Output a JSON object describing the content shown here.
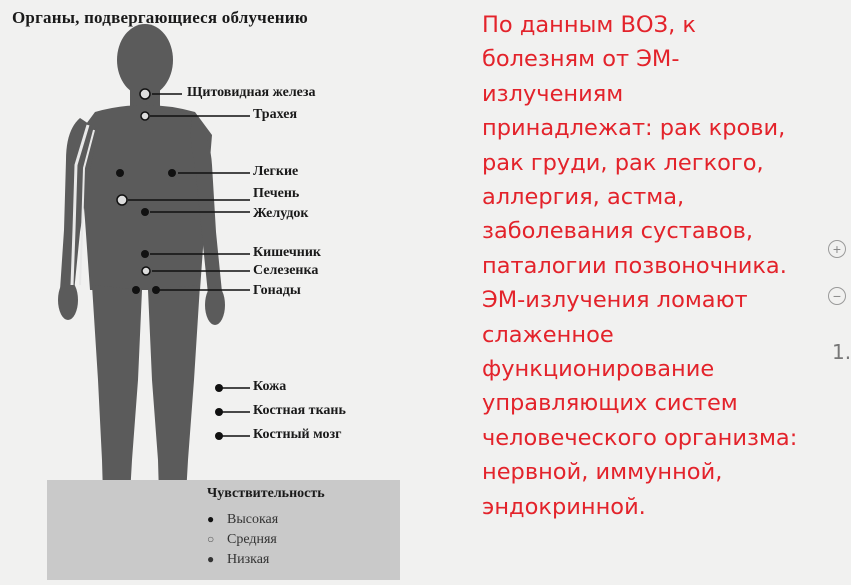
{
  "figure": {
    "title": "Органы, подвергающиеся облучению",
    "organs": [
      {
        "label": "Щитовидная железа"
      },
      {
        "label": "Трахея"
      },
      {
        "label": "Легкие"
      },
      {
        "label": "Печень"
      },
      {
        "label": "Желудок"
      },
      {
        "label": "Кишечник"
      },
      {
        "label": "Селезенка"
      },
      {
        "label": "Гонады"
      }
    ],
    "tissues": [
      {
        "label": "Кожа"
      },
      {
        "label": "Костная ткань"
      },
      {
        "label": "Костный мозг"
      }
    ],
    "legend": {
      "title": "Чувствительность",
      "items": [
        {
          "symbol": "●",
          "label": "Высокая"
        },
        {
          "symbol": "○",
          "label": "Средняя"
        },
        {
          "symbol": "●",
          "label": "Низкая"
        }
      ]
    }
  },
  "text": "По данным ВОЗ, к\nболезням от ЭМ-\nизлучениям\nпринадлежат: рак крови,\nрак груди, рак легкого,\nаллергия, астма,\nзаболевания суставов,\nпаталогии позвоночника.\nЭМ-излучения ломают\nслаженное\nфункционирование\nуправляющих систем\nчеловеческого организма:\nнервной, иммунной,\nэндокринной.",
  "side": {
    "zoom_in_symbol": "+",
    "zoom_out_symbol": "−",
    "number": "1."
  },
  "colors": {
    "text_red": "#e3232b",
    "body_gray": "#5a5a5a",
    "legend_bg": "#c9c9c9"
  }
}
